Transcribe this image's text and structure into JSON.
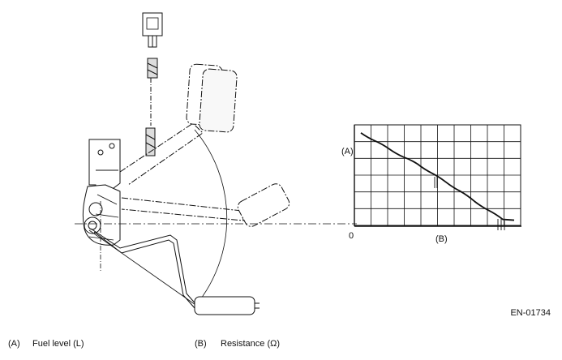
{
  "drawing_code": "EN-01734",
  "graph": {
    "y_marker": "(A)",
    "x_marker": "(B)",
    "origin": "0"
  },
  "legend": [
    {
      "key": "(A)",
      "text": "Fuel level (L)"
    },
    {
      "key": "(B)",
      "text": "Resistance (Ω)"
    }
  ],
  "chart_data": {
    "type": "line",
    "xlabel": "(B)",
    "ylabel": "(A)",
    "grid": true,
    "x": [
      0,
      1,
      2,
      3,
      4,
      5,
      6,
      7,
      8,
      9,
      10
    ],
    "y": [
      9.2,
      8.4,
      7.6,
      6.8,
      6.1,
      5.2,
      4.3,
      3.4,
      2.4,
      1.5,
      0.6
    ]
  }
}
